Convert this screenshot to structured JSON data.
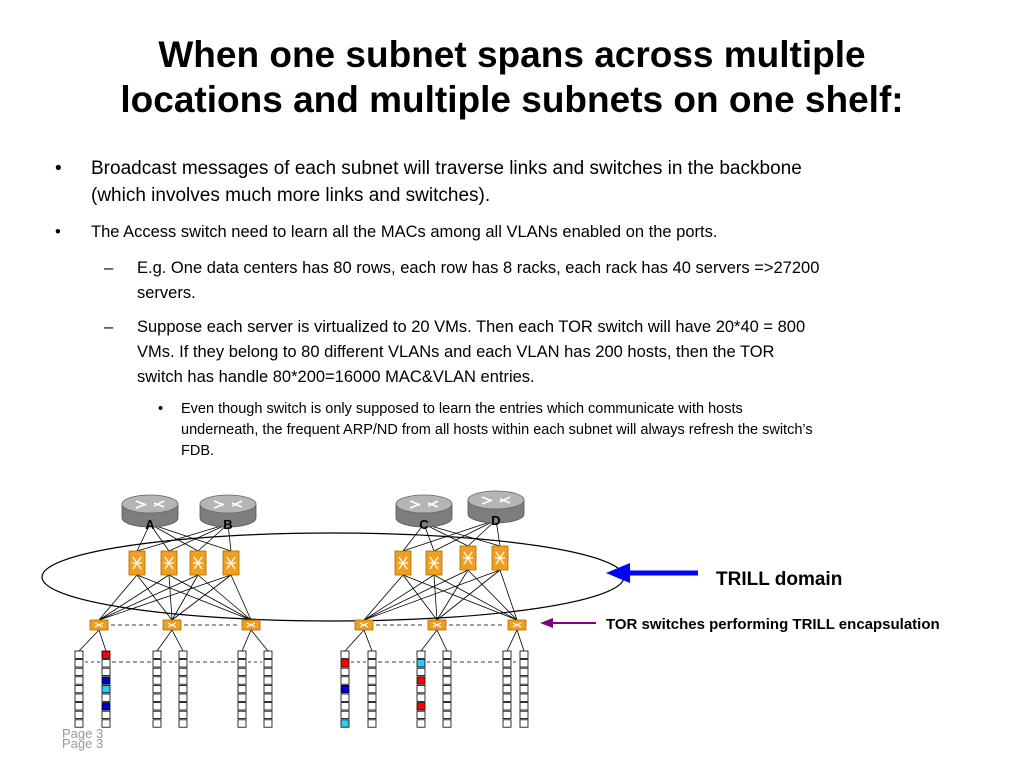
{
  "slide": {
    "title_line1": "When one subnet spans across multiple",
    "title_line2": "locations and multiple subnets on one shelf:",
    "bullet1_line1": "Broadcast messages of each subnet will traverse links and switches in the backbone",
    "bullet1_line2": "(which involves much more links and switches).",
    "bullet2": "The Access switch need to learn all the MACs among all VLANs enabled on the ports.",
    "sub1_line1": "E.g. One data centers has 80 rows, each row has 8 racks, each rack has 40 servers =>27200",
    "sub1_line2": "servers.",
    "sub2_line1": "Suppose each server is virtualized to 20 VMs. Then each TOR switch will have 20*40 = 800",
    "sub2_line2": "VMs. If they belong to 80 different VLANs and each VLAN has 200 hosts, then the TOR",
    "sub2_line3": "switch has handle 80*200=16000 MAC&VLAN entries.",
    "subsub_line1": "Even though switch is only supposed to learn the entries which communicate with hosts",
    "subsub_line2": "underneath, the frequent ARP/ND from all hosts within each subnet will always refresh the switch’s",
    "subsub_line3": "FDB.",
    "bullet_char": "•",
    "dash_char": "–",
    "page_label_1": "Page 3",
    "page_label_2": "Page 3"
  },
  "diagram": {
    "routers": [
      "A",
      "B",
      "C",
      "D"
    ],
    "trill_label": "TRILL domain",
    "tor_label": "TOR switches performing TRILL encapsulation",
    "colors": {
      "trill_arrow": "#0000ff",
      "tor_arrow": "#800080",
      "red": "#ff0000",
      "blue": "#0000cc",
      "cyan": "#33ccee",
      "switch": "#f0a020"
    }
  }
}
